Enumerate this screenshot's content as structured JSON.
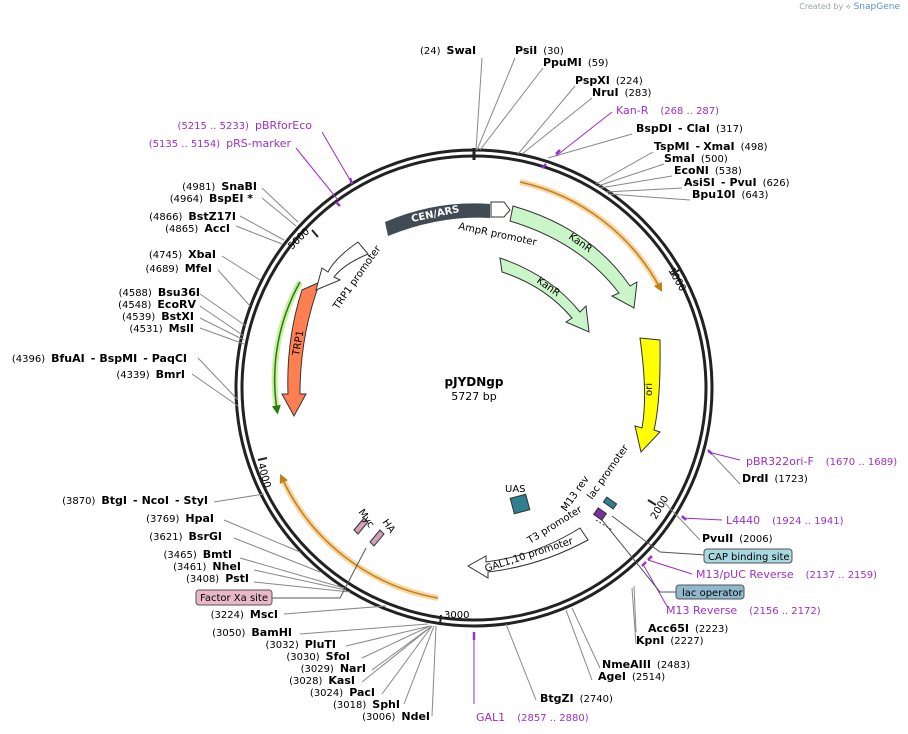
{
  "watermark": {
    "prefix": "Created by",
    "brand": "SnapGene"
  },
  "plasmid": {
    "name": "pJYDNgp",
    "length": "5727 bp"
  },
  "ticks": [
    "1000",
    "2000",
    "3000",
    "4000",
    "5000"
  ],
  "features": {
    "cen_ars": "CEN/ARS",
    "ampr_promoter": "AmpR promoter",
    "kanr_outer": "KanR",
    "kanr_inner": "KanR",
    "ori": "ori",
    "trp1": "TRP1",
    "trp1_promoter": "TRP1 promoter",
    "uas": "UAS",
    "m13_rev": "M13 rev",
    "lac_promoter": "lac promoter",
    "t3_promoter": "T3 promoter",
    "gal1_10_promoter": "GAL1,10 promoter",
    "myc": "Myc",
    "ha": "HA"
  },
  "enzymes": [
    {
      "pos": "(24)",
      "name": "SwaI"
    },
    {
      "name": "PsiI",
      "pos": "(30)"
    },
    {
      "name": "PpuMI",
      "pos": "(59)"
    },
    {
      "name": "PspXI",
      "pos": "(224)"
    },
    {
      "name": "NruI",
      "pos": "(283)"
    },
    {
      "name": "BspDI",
      "sep": "-",
      "name2": "ClaI",
      "pos": "(317)"
    },
    {
      "name": "TspMI",
      "sep": "-",
      "name2": "XmaI",
      "pos": "(498)"
    },
    {
      "name": "SmaI",
      "pos": "(500)"
    },
    {
      "name": "EcoNI",
      "pos": "(538)"
    },
    {
      "name": "AsiSI",
      "sep": "-",
      "name2": "PvuI",
      "pos": "(626)"
    },
    {
      "name": "Bpu10I",
      "pos": "(643)"
    },
    {
      "name": "DrdI",
      "pos": "(1723)"
    },
    {
      "name": "PvuII",
      "pos": "(2006)"
    },
    {
      "name": "Acc65I",
      "pos": "(2223)"
    },
    {
      "name": "KpnI",
      "pos": "(2227)"
    },
    {
      "name": "NmeAIII",
      "pos": "(2483)"
    },
    {
      "name": "AgeI",
      "pos": "(2514)"
    },
    {
      "name": "BtgZI",
      "pos": "(2740)"
    },
    {
      "pos": "(3006)",
      "name": "NdeI"
    },
    {
      "pos": "(3018)",
      "name": "SphI"
    },
    {
      "pos": "(3024)",
      "name": "PacI"
    },
    {
      "pos": "(3028)",
      "name": "KasI"
    },
    {
      "pos": "(3029)",
      "name": "NarI"
    },
    {
      "pos": "(3030)",
      "name": "SfoI"
    },
    {
      "pos": "(3032)",
      "name": "PluTI"
    },
    {
      "pos": "(3050)",
      "name": "BamHI"
    },
    {
      "pos": "(3224)",
      "name": "MscI"
    },
    {
      "pos": "(3408)",
      "name": "PstI"
    },
    {
      "pos": "(3461)",
      "name": "NheI"
    },
    {
      "pos": "(3465)",
      "name": "BmtI"
    },
    {
      "pos": "(3621)",
      "name": "BsrGI"
    },
    {
      "pos": "(3769)",
      "name": "HpaI"
    },
    {
      "pos": "(3870)",
      "name": "BtgI",
      "sep": "-",
      "name2": "NcoI",
      "sep2": "-",
      "name3": "StyI"
    },
    {
      "pos": "(4339)",
      "name": "BmrI"
    },
    {
      "pos": "(4396)",
      "name": "BfuAI",
      "sep": "-",
      "name2": "BspMI",
      "sep2": "-",
      "name3": "PaqCI"
    },
    {
      "pos": "(4531)",
      "name": "MslI"
    },
    {
      "pos": "(4539)",
      "name": "BstXI"
    },
    {
      "pos": "(4548)",
      "name": "EcoRV"
    },
    {
      "pos": "(4588)",
      "name": "Bsu36I"
    },
    {
      "pos": "(4689)",
      "name": "MfeI"
    },
    {
      "pos": "(4745)",
      "name": "XbaI"
    },
    {
      "pos": "(4865)",
      "name": "AccI"
    },
    {
      "pos": "(4866)",
      "name": "BstZ17I"
    },
    {
      "pos": "(4964)",
      "name": "BspEI *"
    },
    {
      "pos": "(4981)",
      "name": "SnaBI"
    }
  ],
  "primers": [
    {
      "name": "Kan-R",
      "pos": "(268 .. 287)"
    },
    {
      "name": "pBR322ori-F",
      "pos": "(1670 .. 1689)"
    },
    {
      "name": "L4440",
      "pos": "(1924 .. 1941)"
    },
    {
      "name": "M13/pUC Reverse",
      "pos": "(2137 .. 2159)"
    },
    {
      "name": "M13 Reverse",
      "pos": "(2156 .. 2172)"
    },
    {
      "name": "GAL1",
      "pos": "(2857 .. 2880)"
    },
    {
      "name": "pBRforEco",
      "pos": "(5215 .. 5233)"
    },
    {
      "name": "pRS-marker",
      "pos": "(5135 .. 5154)"
    }
  ],
  "boxes": {
    "cap": "CAP binding site",
    "lac_operator": "lac operator",
    "factor_xa": "Factor Xa site"
  },
  "colors": {
    "kanr": "#c9f5c9",
    "ori": "#ffff00",
    "trp1": "#ff7f50",
    "cen_ars": "#414b55",
    "uas": "#2e7f8f",
    "primer": "#9b2fc7",
    "orange_track": "#f0a030"
  }
}
